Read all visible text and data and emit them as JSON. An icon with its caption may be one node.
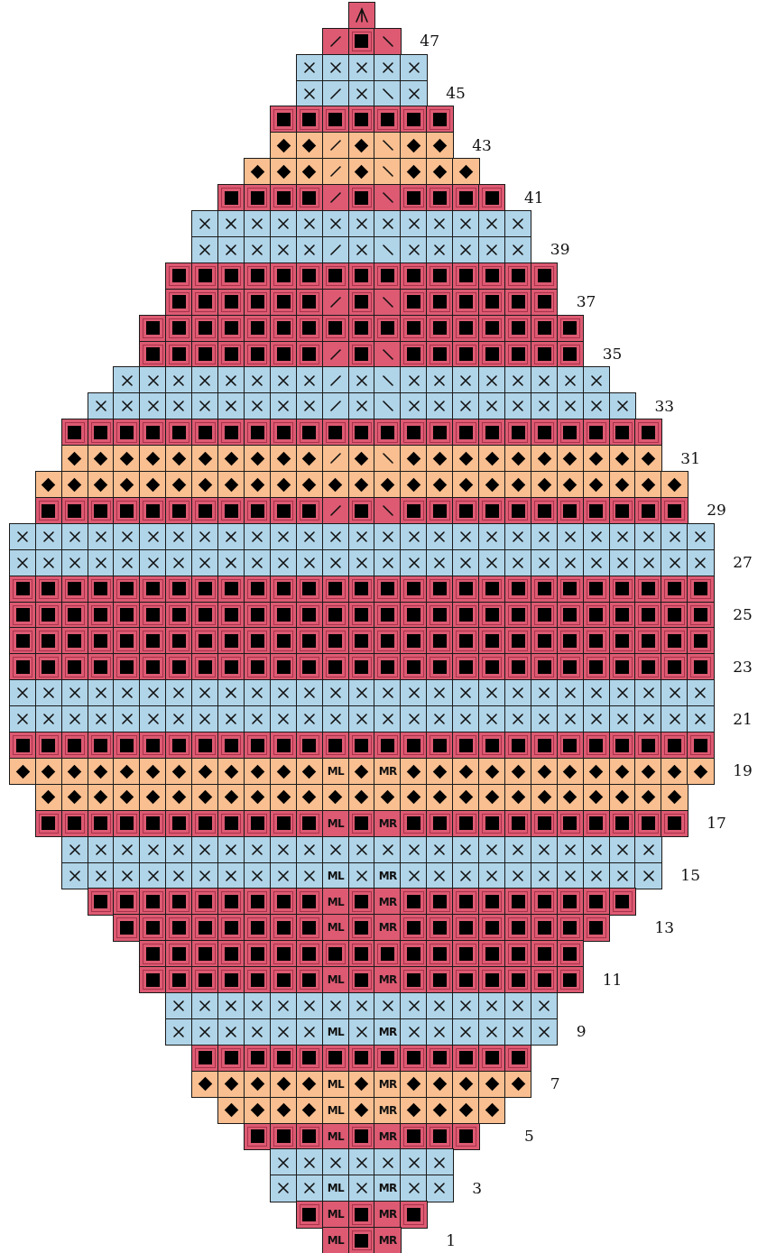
{
  "diagram": {
    "labels": [
      "47",
      "45",
      "43",
      "41",
      "39",
      "37",
      "35",
      "33",
      "31",
      "29",
      "27",
      "25",
      "23",
      "21",
      "ML",
      "MR",
      "19",
      "ML",
      "MR",
      "17",
      "ML",
      "MR",
      "15",
      "ML",
      "MR",
      "ML",
      "MR",
      "13",
      "ML",
      "MR",
      "11",
      "ML",
      "MR",
      "9",
      "ML",
      "MR",
      "7",
      "ML",
      "MR",
      "ML",
      "MR",
      "5",
      "ML",
      "MR",
      "3",
      "ML",
      "MR",
      "ML",
      "MR",
      "1"
    ]
  }
}
